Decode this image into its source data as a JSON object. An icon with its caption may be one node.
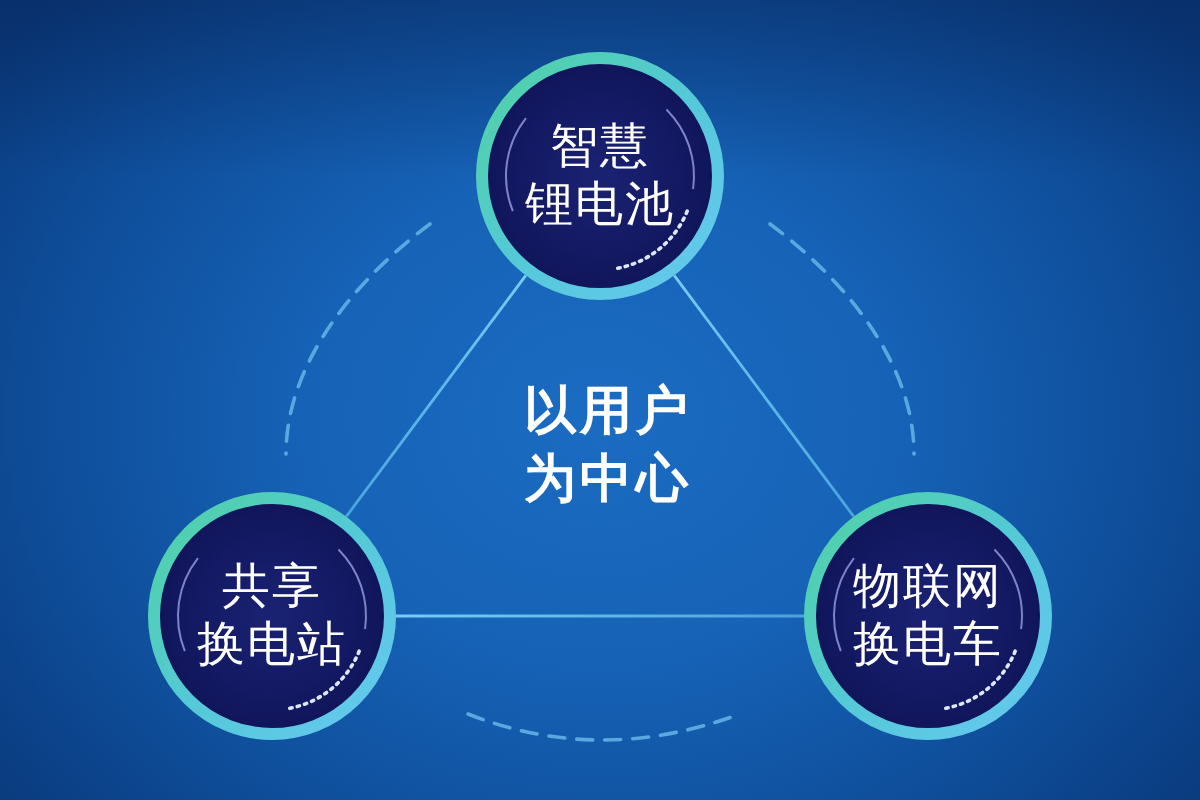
{
  "diagram": {
    "nodes": [
      {
        "text": [
          "智慧锂电池"
        ]
      },
      {
        "text": [
          "共享换电站"
        ]
      },
      {
        "text": [
          "物联网换电车"
        ]
      }
    ],
    "edges": [
      {
        "from": 0,
        "to": 1,
        "arrow": "none"
      },
      {
        "from": 0,
        "to": 2,
        "arrow": "none"
      },
      {
        "from": 1,
        "to": 2,
        "arrow": "none"
      }
    ],
    "labels": [
      "以用户为中心"
    ]
  }
}
